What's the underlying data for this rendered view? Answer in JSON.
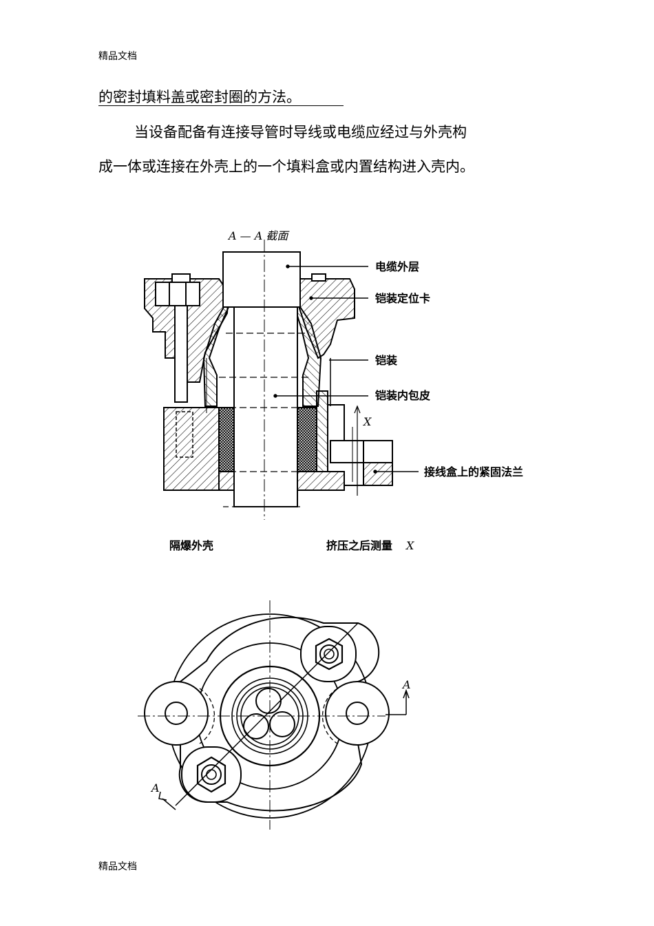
{
  "header": {
    "top_label": "精品文档",
    "bottom_label": "精品文档"
  },
  "body_text": {
    "line1": "的密封填料盖或密封圈的方法。",
    "line2": "当设备配备有连接导管时导线或电缆应经过与外壳构",
    "line3": "成一体或连接在外壳上的一个填料盒或内置结构进入壳内。"
  },
  "figure": {
    "section_title": "A — A 截面",
    "labels": {
      "cable_outer": "电缆外层",
      "armor_clamp": "铠装定位卡",
      "armor": "铠装",
      "armor_inner": "铠装内包皮",
      "flange": "接线盒上的紧固法兰",
      "enclosure": "隔爆外壳",
      "measure": "挤压之后测量",
      "x_symbol": "X",
      "measure_x": "X",
      "a_mark_right": "A",
      "a_mark_left": "A"
    }
  }
}
